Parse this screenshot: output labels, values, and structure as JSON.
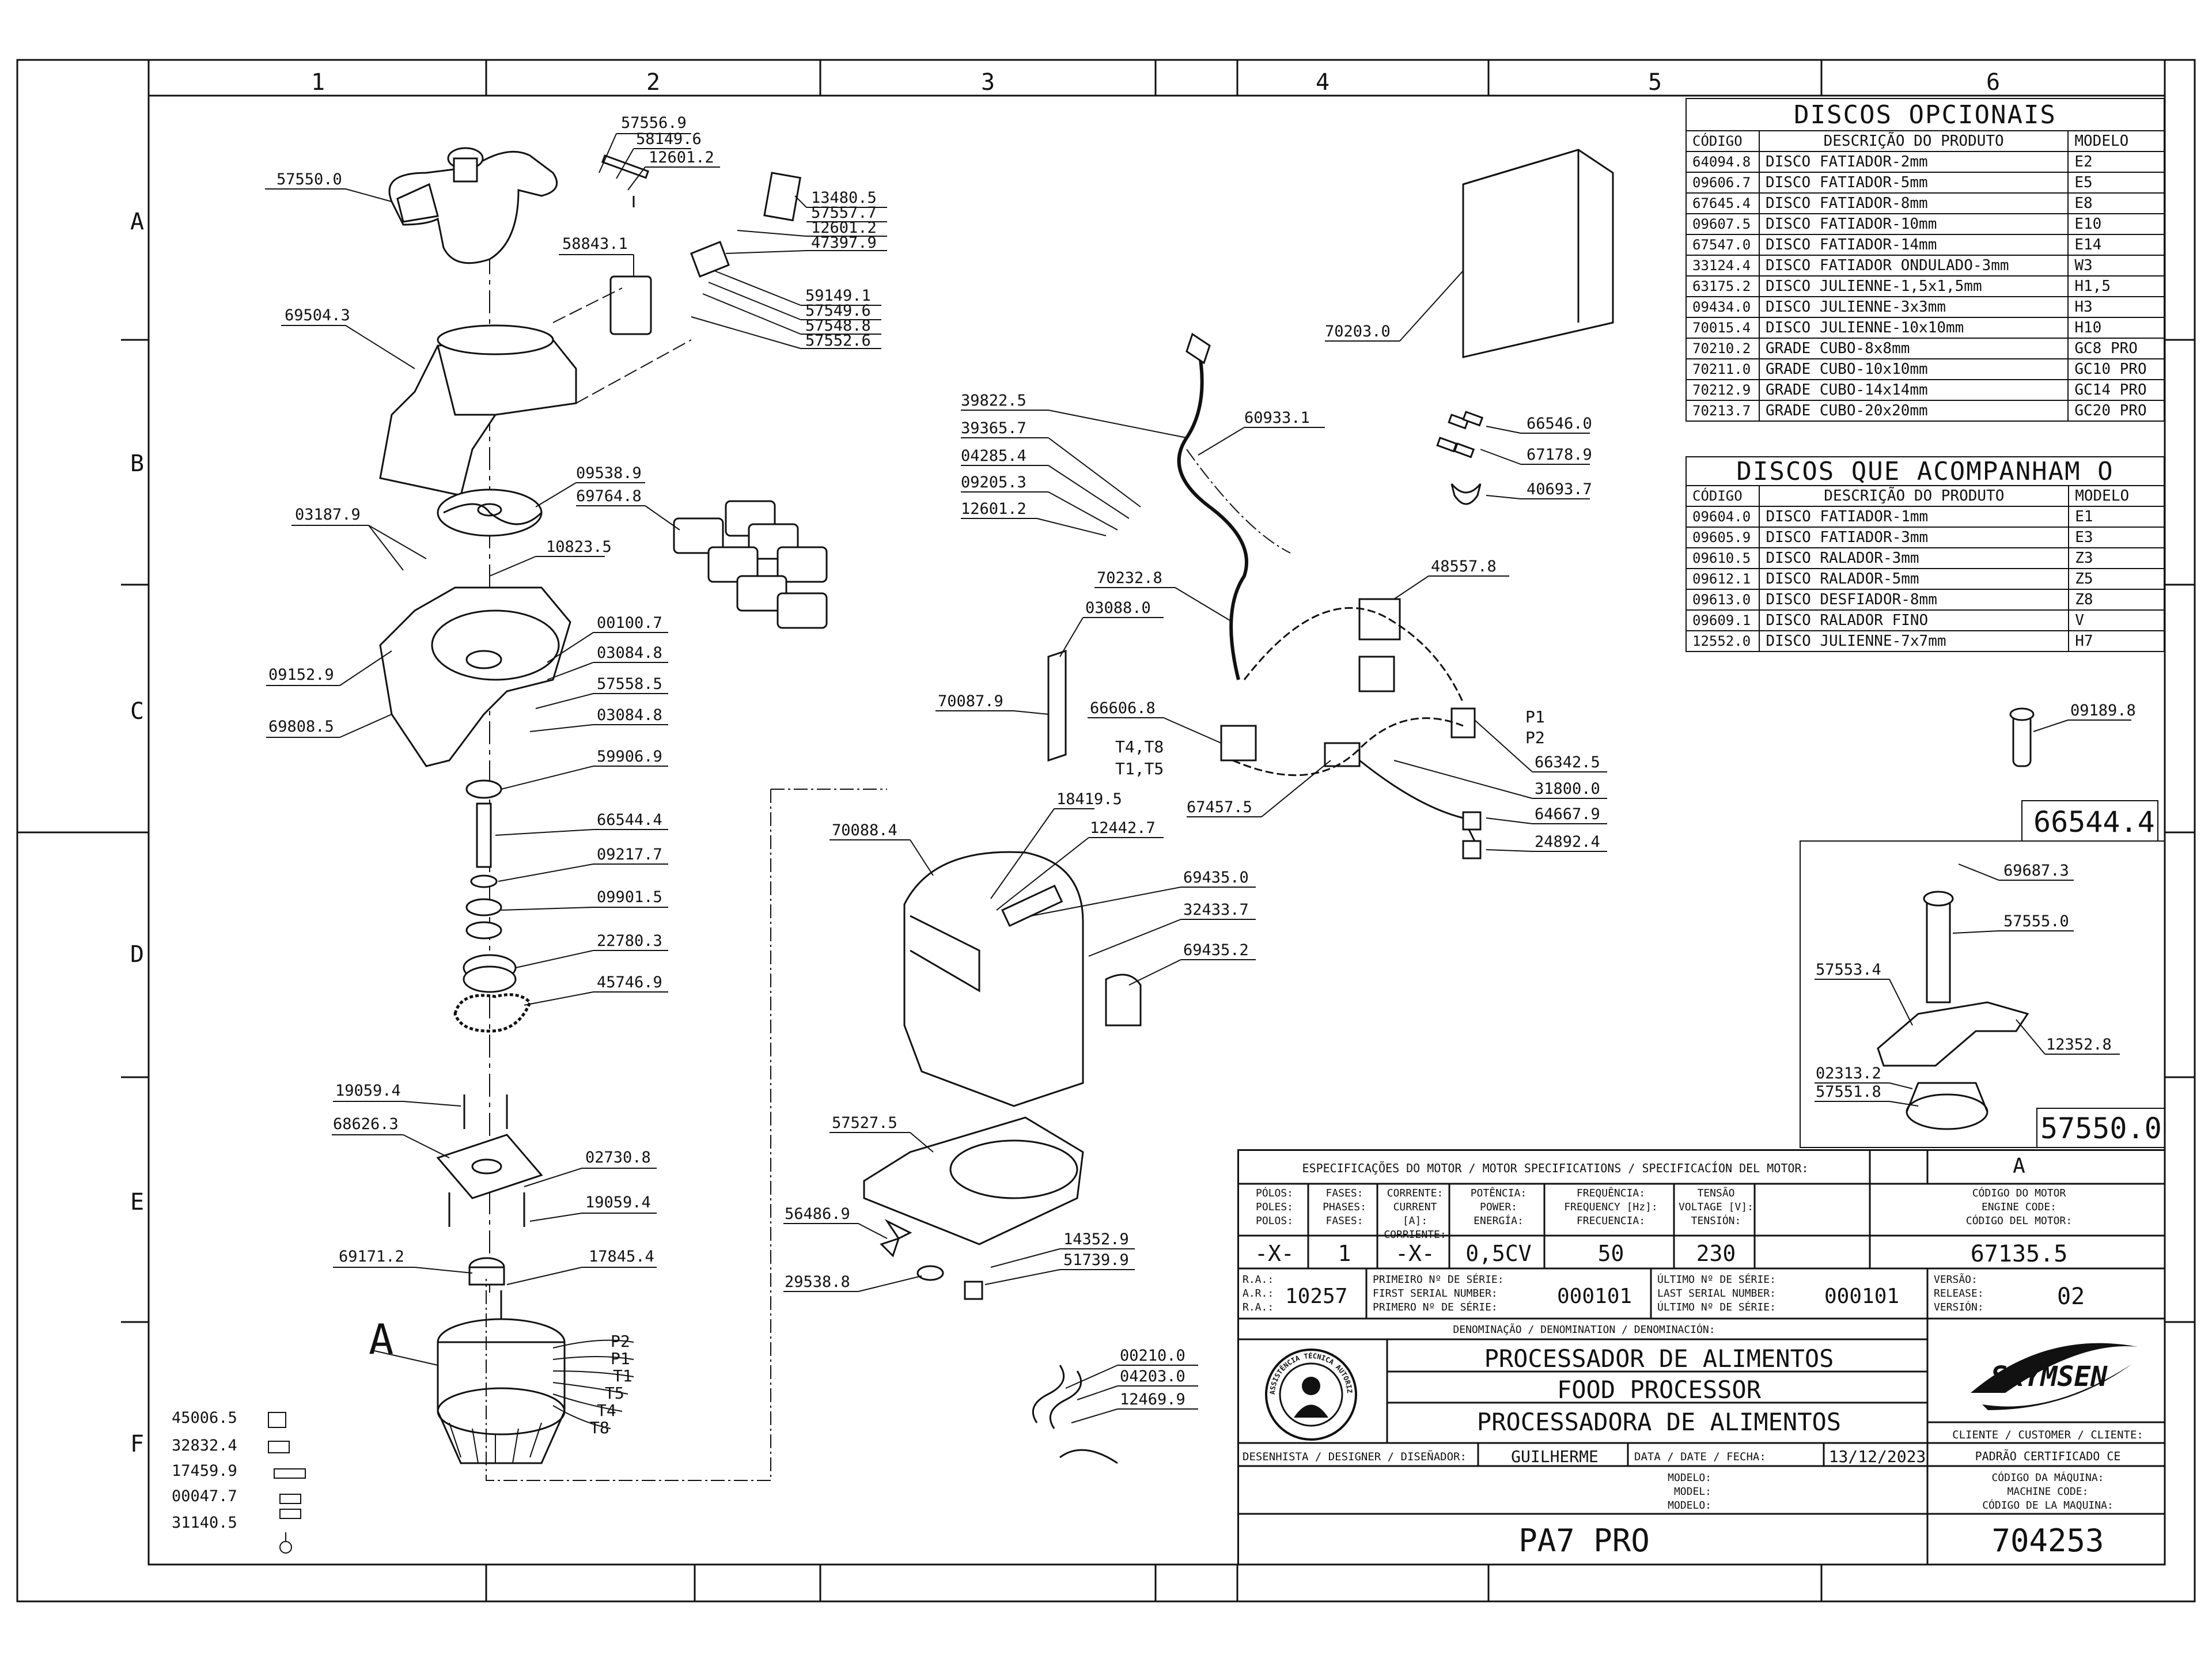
{
  "frame": {
    "columns": [
      "1",
      "2",
      "3",
      "4",
      "5",
      "6"
    ],
    "rows": [
      "A",
      "B",
      "C",
      "D",
      "E",
      "F"
    ]
  },
  "optional_discs": {
    "title": "DISCOS OPCIONAIS",
    "headers": [
      "CÓDIGO",
      "DESCRIÇÃO DO PRODUTO",
      "MODELO"
    ],
    "rows": [
      [
        "64094.8",
        "DISCO FATIADOR-2mm",
        "E2"
      ],
      [
        "09606.7",
        "DISCO FATIADOR-5mm",
        "E5"
      ],
      [
        "67645.4",
        "DISCO FATIADOR-8mm",
        "E8"
      ],
      [
        "09607.5",
        "DISCO FATIADOR-10mm",
        "E10"
      ],
      [
        "67547.0",
        "DISCO FATIADOR-14mm",
        "E14"
      ],
      [
        "33124.4",
        "DISCO FATIADOR ONDULADO-3mm",
        "W3"
      ],
      [
        "63175.2",
        "DISCO JULIENNE-1,5x1,5mm",
        "H1,5"
      ],
      [
        "09434.0",
        "DISCO JULIENNE-3x3mm",
        "H3"
      ],
      [
        "70015.4",
        "DISCO JULIENNE-10x10mm",
        "H10"
      ],
      [
        "70210.2",
        "GRADE CUBO-8x8mm",
        "GC8 PRO"
      ],
      [
        "70211.0",
        "GRADE CUBO-10x10mm",
        "GC10 PRO"
      ],
      [
        "70212.9",
        "GRADE CUBO-14x14mm",
        "GC14 PRO"
      ],
      [
        "70213.7",
        "GRADE CUBO-20x20mm",
        "GC20 PRO"
      ]
    ]
  },
  "included_discs": {
    "title": "DISCOS QUE ACOMPANHAM O PRODUTO",
    "headers": [
      "CÓDIGO",
      "DESCRIÇÃO DO PRODUTO",
      "MODELO"
    ],
    "rows": [
      [
        "09604.0",
        "DISCO FATIADOR-1mm",
        "E1"
      ],
      [
        "09605.9",
        "DISCO FATIADOR-3mm",
        "E3"
      ],
      [
        "09610.5",
        "DISCO RALADOR-3mm",
        "Z3"
      ],
      [
        "09612.1",
        "DISCO RALADOR-5mm",
        "Z5"
      ],
      [
        "09613.0",
        "DISCO DESFIADOR-8mm",
        "Z8"
      ],
      [
        "09609.1",
        "DISCO RALADOR FINO",
        "V"
      ],
      [
        "12552.0",
        "DISCO JULIENNE-7x7mm",
        "H7"
      ]
    ]
  },
  "part_labels": [
    "57556.9",
    "58149.6",
    "12601.2",
    "57550.0",
    "13480.5",
    "57557.7",
    "12601.2",
    "47397.9",
    "58843.1",
    "59149.1",
    "57549.6",
    "57548.8",
    "57552.6",
    "69504.3",
    "09538.9",
    "69764.8",
    "03187.9",
    "10823.5",
    "00100.7",
    "03084.8",
    "57558.5",
    "03084.8",
    "09152.9",
    "69808.5",
    "59906.9",
    "66544.4",
    "09217.7",
    "09901.5",
    "22780.3",
    "45746.9",
    "19059.4",
    "68626.3",
    "02730.8",
    "19059.4",
    "69171.2",
    "17845.4",
    "45006.5",
    "32832.4",
    "17459.9",
    "00047.7",
    "31140.5",
    "70203.0",
    "39822.5",
    "39365.7",
    "04285.4",
    "09205.3",
    "12601.2",
    "60933.1",
    "66546.0",
    "67178.9",
    "40693.7",
    "48557.8",
    "70232.8",
    "03088.0",
    "70087.9",
    "66606.8",
    "66342.5",
    "31800.0",
    "64667.9",
    "24892.4",
    "67457.5",
    "70088.4",
    "18419.5",
    "12442.7",
    "69435.0",
    "32433.7",
    "69435.2",
    "57527.5",
    "56486.9",
    "29538.8",
    "14352.9",
    "51739.9",
    "00210.0",
    "04203.0",
    "12469.9",
    "09189.8",
    "69687.3",
    "57555.0",
    "57553.4",
    "12352.8",
    "02313.2",
    "57551.8"
  ],
  "wire_labels": [
    "P1",
    "P2",
    "T4,T8",
    "T1,T5",
    "P2",
    "P1",
    "T1",
    "T5",
    "T4",
    "T8"
  ],
  "callouts": {
    "motor_letter": "A",
    "detail1_code": "66544.4",
    "detail2_code": "57550.0"
  },
  "motor_specs": {
    "title": "ESPECIFICAÇÕES DO MOTOR / MOTOR SPECIFICATIONS / SPECIFICACÍON DEL MOTOR:",
    "letter": "A",
    "headers": [
      "PÓLOS:\nPOLES:\nPOLOS:",
      "FASES:\nPHASES:\nFASES:",
      "CORRENTE:\nCURRENT [A]:\nCORRIENTE:",
      "POTÊNCIA:\nPOWER:\nENERGÍA:",
      "FREQUÊNCIA:\nFREQUENCY [Hz]:\nFRECUENCIA:",
      "TENSÃO\nVOLTAGE [V]:\nTENSIÓN:",
      "CÓDIGO DO MOTOR\nENGINE CODE:\nCÓDIGO DEL MOTOR:"
    ],
    "values": [
      "-X-",
      "1",
      "-X-",
      "0,5CV",
      "50",
      "230",
      "67135.5"
    ]
  },
  "title_block": {
    "ra_labels": "R.A.:\nA.R.:\nR.A.:",
    "ra_value": "10257",
    "first_serial_labels": "PRIMEIRO Nº DE SÉRIE:\nFIRST SERIAL NUMBER:\nPRIMERO Nº DE SÉRIE:",
    "first_serial": "000101",
    "last_serial_labels": "ÚLTIMO Nº DE SÉRIE:\nLAST SERIAL NUMBER:\nÚLTIMO Nº DE SÉRIE:",
    "last_serial": "000101",
    "version_labels": "VERSÃO:\nRELEASE:\nVERSIÓN:",
    "version": "02",
    "denomination_label": "DENOMINAÇÃO / DENOMINATION / DENOMINACIÓN:",
    "names": [
      "PROCESSADOR DE ALIMENTOS",
      "FOOD PROCESSOR",
      "PROCESSADORA DE ALIMENTOS"
    ],
    "brand": "SKYMSEN",
    "stamp_text": "ASSISTÊNCIA TÉCNICA AUTORIZADA",
    "client_label": "CLIENTE / CUSTOMER / CLIENTE:",
    "client_value": "PADRÃO CERTIFICADO CE",
    "designer_label": "DESENHISTA / DESIGNER / DISEÑADOR:",
    "designer": "GUILHERME",
    "date_label": "DATA / DATE / FECHA:",
    "date": "13/12/2023",
    "model_labels": "MODELO:\nMODEL:\nMODELO:",
    "model": "PA7 PRO",
    "machine_code_labels": "CÓDIGO DA MÁQUINA:\nMACHINE CODE:\nCÓDIGO DE LA MAQUINA:",
    "machine_code": "704253"
  }
}
